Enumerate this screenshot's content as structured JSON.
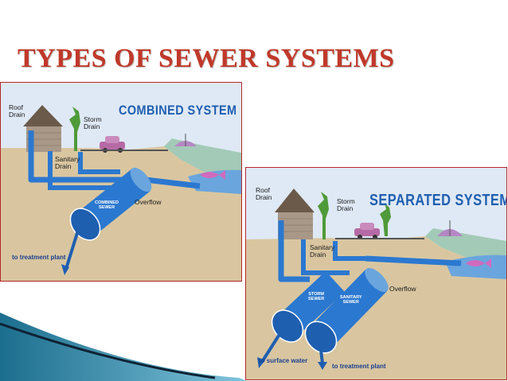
{
  "title": "TYPES OF SEWER SYSTEMS",
  "colors": {
    "title": "#c0392b",
    "panel_border": "#b3262b",
    "system_title": "#1f5fb0",
    "sky": "#dfe9f5",
    "ground": "#d9c6a0",
    "pipe": "#2b78d0",
    "water": "#6aa5dd"
  },
  "combined": {
    "system_title": "COMBINED SYSTEM",
    "roof_drain": "Roof\nDrain",
    "storm_drain": "Storm\nDrain",
    "sanitary_drain": "Sanitary\nDrain",
    "sewer": "COMBINED\nSEWER",
    "overflow": "Overflow",
    "destination": "to treatment plant"
  },
  "separated": {
    "system_title": "SEPARATED SYSTEM",
    "roof_drain": "Roof\nDrain",
    "storm_drain": "Storm\nDrain",
    "sanitary_drain": "Sanitary\nDrain",
    "storm_sewer": "STORM\nSEWER",
    "sanitary_sewer": "SANITARY\nSEWER",
    "overflow": "Overflow",
    "destination_storm": "to surface water",
    "destination_sanitary": "to treatment plant"
  }
}
